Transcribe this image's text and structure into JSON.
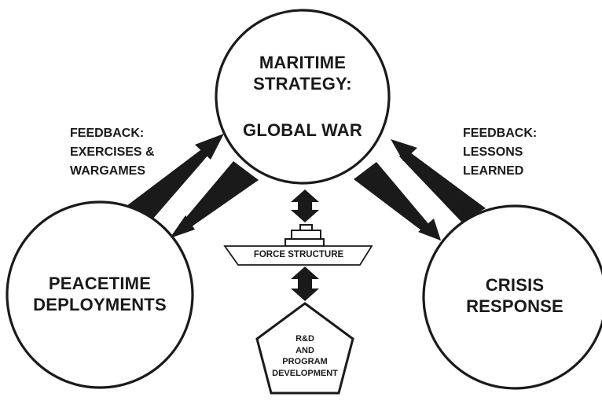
{
  "nodes": {
    "maritime_strategy": {
      "lines": [
        "MARITIME",
        "STRATEGY:"
      ],
      "subtitle": "GLOBAL WAR"
    },
    "peacetime_deployments": {
      "lines": [
        "PEACETIME",
        "DEPLOYMENTS"
      ]
    },
    "crisis_response": {
      "lines": [
        "CRISIS",
        "RESPONSE"
      ]
    },
    "force_structure": {
      "label": "FORCE STRUCTURE"
    },
    "rd_program": {
      "lines": [
        "R&D",
        "AND",
        "PROGRAM",
        "DEVELOPMENT"
      ]
    }
  },
  "feedback": {
    "left": {
      "lines": [
        "FEEDBACK:",
        "EXERCISES &",
        "WARGAMES"
      ]
    },
    "right": {
      "lines": [
        "FEEDBACK:",
        "LESSONS",
        "LEARNED"
      ]
    }
  },
  "colors": {
    "ink": "#1a1a1a",
    "background": "#ffffff"
  }
}
